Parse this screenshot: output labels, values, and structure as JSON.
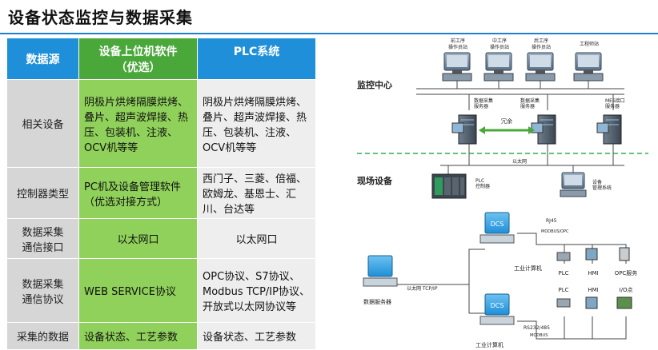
{
  "title": "设备状态监控与数据采集",
  "table": {
    "headers": {
      "col0": "数据源",
      "col1_line1": "设备上位机软件",
      "col1_line2": "（优选）",
      "col2": "PLC系统"
    },
    "rows": [
      {
        "label": "相关设备",
        "col1": "阴极片烘烤隔膜烘烤、叠片、超声波焊接、热压、包装机、注液、OCV机等等",
        "col2": "阴极片烘烤隔膜烘烤、叠片、超声波焊接、热压、包装机、注液、OCV机等等"
      },
      {
        "label": "控制器类型",
        "col1_line1": "PC机及设备管理软件",
        "col1_line2": "（优选对接方式）",
        "col2": "西门子、三菱、倍福、欧姆龙、基恩士、汇川、台达等"
      },
      {
        "label_line1": "数据采集",
        "label_line2": "通信接口",
        "col1": "以太网口",
        "col2": "以太网口"
      },
      {
        "label_line1": "数据采集",
        "label_line2": "通信协议",
        "col1": "WEB SERVICE协议",
        "col2": "OPC协议、S7协议、Modbus TCP/IP协议、开放式以太网协议等"
      },
      {
        "label": "采集的数据",
        "col1": "设备状态、工艺参数",
        "col2": "设备状态、工艺参数"
      }
    ]
  },
  "diagram": {
    "zone_monitor": "监控中心",
    "zone_field": "现场设备",
    "stations": [
      "前工序\n操作员站",
      "中工序\n操作员站",
      "后工序\n操作员站",
      "工程师站"
    ],
    "server1": "数据采集\n服务器",
    "server2": "数据采集\n服务器",
    "server3": "MES接口\n服务器",
    "redundant": "冗余",
    "ethernet": "以太网",
    "plc_controller": "PLC\n控制器",
    "device_mgmt": "设备\n管理系统",
    "rj45": "RJ45",
    "modbus_opc": "MODBUS/OPC",
    "ind_pc_top": "工业计算机",
    "ind_pc_bottom": "工业计算机",
    "data_server": "数据服务器",
    "eth_tcpip": "以太网 TCP/IP",
    "rs232": "RS232/485",
    "modbus": "MODBUS",
    "dcs": "DCS",
    "row1": [
      "PLC",
      "HMI",
      "OPC服务"
    ],
    "row2": [
      "PLC",
      "HMI",
      "I/O点"
    ],
    "colors": {
      "blue": "#1e8fd8",
      "green": "#4aa83a",
      "light_green": "#8fd15a",
      "gray": "#d6d6d6",
      "dashed": "#2bb24c"
    }
  }
}
